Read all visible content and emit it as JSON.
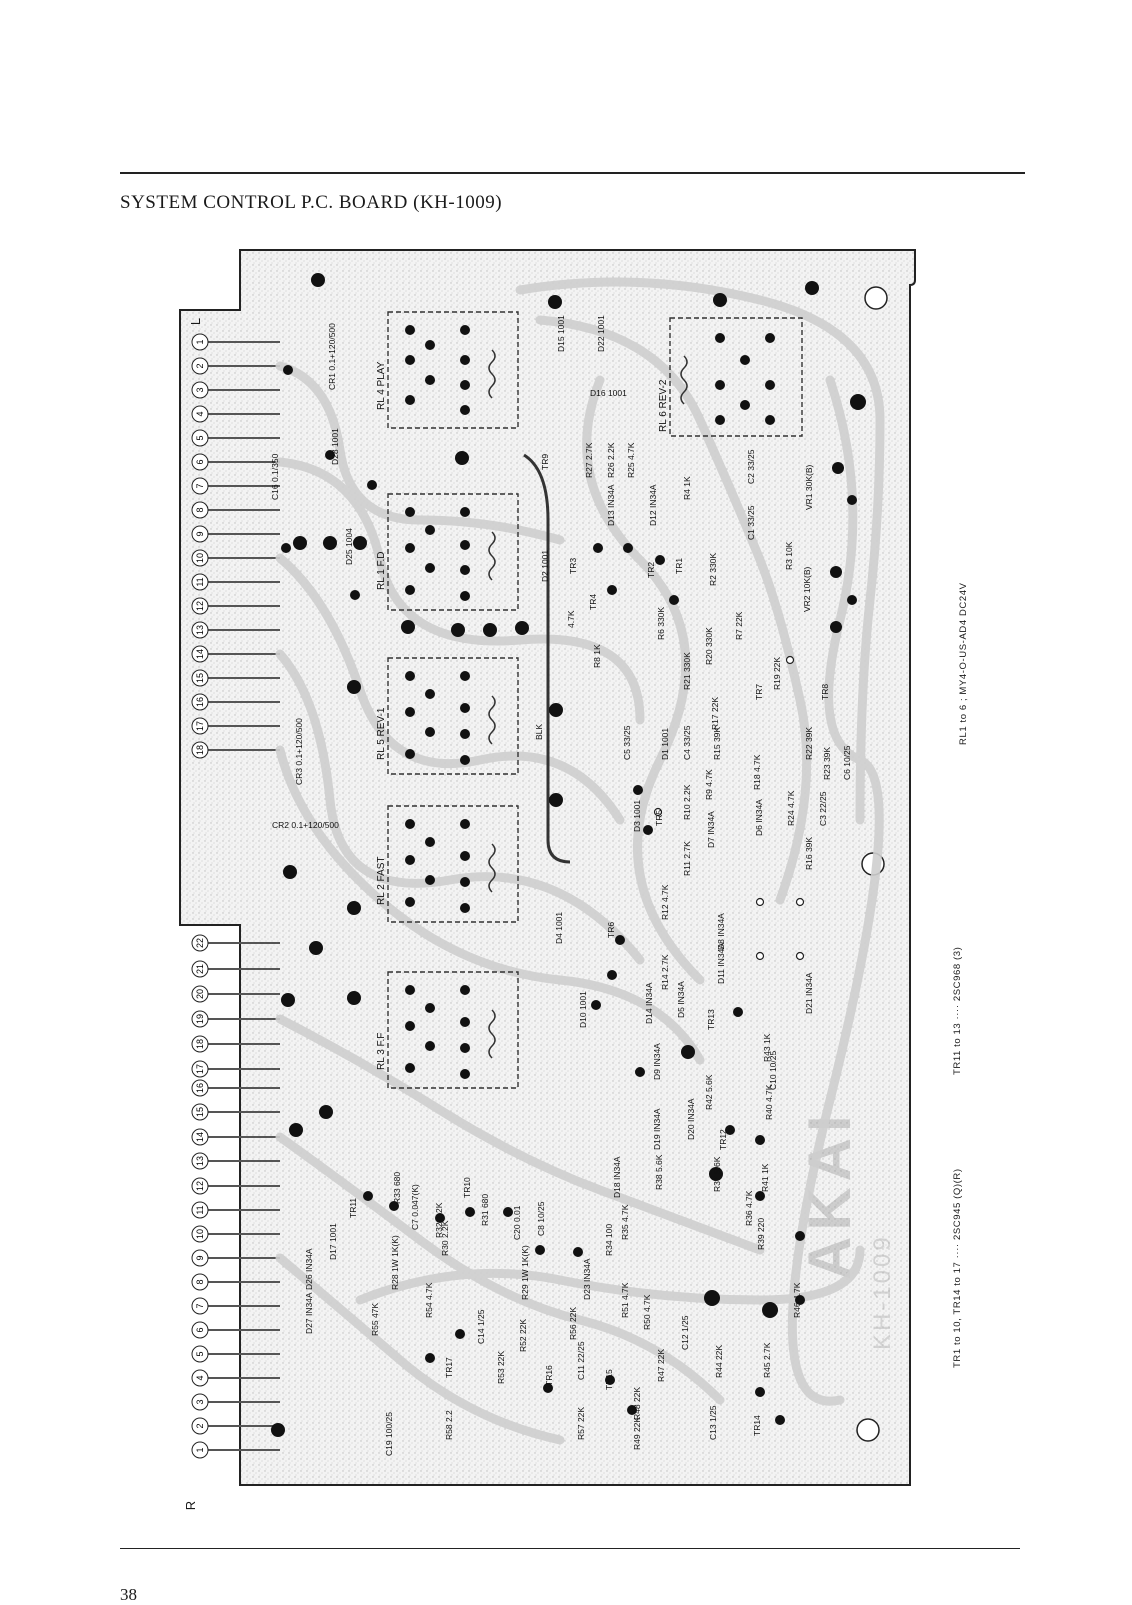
{
  "page": {
    "title": "SYSTEM CONTROL P.C. BOARD (KH-1009)",
    "page_number": "38"
  },
  "board": {
    "edge_left_letter": "L",
    "edge_right_letter": "R",
    "connector_top_pins": [
      "1",
      "2",
      "3",
      "4",
      "5",
      "6",
      "7",
      "8",
      "9",
      "10",
      "11",
      "12",
      "13",
      "14",
      "15",
      "16",
      "17",
      "18"
    ],
    "connector_bottom_pins": [
      "22",
      "21",
      "20",
      "19",
      "18",
      "17",
      "16",
      "15",
      "14",
      "13",
      "12",
      "11",
      "10",
      "9",
      "8",
      "7",
      "6",
      "5",
      "4",
      "3",
      "2",
      "1"
    ],
    "relays": [
      {
        "id": "RL4",
        "label": "RL 4 PLAY"
      },
      {
        "id": "RL1",
        "label": "RL 1 F.D"
      },
      {
        "id": "RL5",
        "label": "RL 5 REV-1"
      },
      {
        "id": "RL2",
        "label": "RL 2 FAST"
      },
      {
        "id": "RL3",
        "label": "RL 3 F.F"
      },
      {
        "id": "RL6",
        "label": "RL 6 REV-2"
      }
    ],
    "labels": [
      "CR1 0.1+120/500",
      "C16 0.1/350",
      "D28 1001",
      "D25 1004",
      "CR3 0.1+120/500",
      "CR2 0.1+120/500",
      "BLK",
      "D15 1001",
      "D22 1001",
      "D16 1001",
      "TR9",
      "R27 2.7K",
      "R26 2.2K",
      "R25 4.7K",
      "D13 IN34A",
      "D12 IN34A",
      "R4 1K",
      "C2 33/25",
      "C1 33/25",
      "VR1 30K(B)",
      "R3 10K",
      "R2 330K",
      "TR1",
      "TR2",
      "TR3",
      "D2 1001",
      "TR4",
      "4.7K",
      "R8 1K",
      "R6 330K",
      "R7 22K",
      "VR2 10K(B)",
      "R20 330K",
      "R21 330K",
      "R17 22K",
      "TR7",
      "R19 22K",
      "TR8",
      "D1 1001",
      "C5 33/25",
      "C4 33/25",
      "R15 39K",
      "R22 39K",
      "R23 39K",
      "C6 10/25",
      "R18 4.7K",
      "D6 IN34A",
      "R24 4.7K",
      "C3 22/25",
      "R16 39K",
      "TR5",
      "D3 1001",
      "R10 2.2K",
      "R9 4.7K",
      "R11 2.7K",
      "D7 IN34A",
      "R12 4.7K",
      "TR6",
      "D4 1001",
      "D8 IN34A",
      "D11 IN34A",
      "D21 IN34A",
      "R14 2.7K",
      "D5 IN34A",
      "D14 IN34A",
      "D10 1001",
      "TR13",
      "R43 1K",
      "C10 10/25",
      "D9 IN34A",
      "R42 5.6K",
      "R40 4.7K",
      "D19 IN34A",
      "D20 IN34A",
      "TR12",
      "R38 5.6K",
      "R37 5.6K",
      "R41 1K",
      "D18 IN34A",
      "R36 4.7K",
      "R39 220",
      "TR11",
      "R33 680",
      "C7 0.047(K)",
      "TR10",
      "R32 1.2K",
      "R31 680",
      "C20 0.01",
      "C8 10/25",
      "R35 4.7K",
      "R34 100",
      "D17 1001",
      "R28 1W 1K(K)",
      "R30 2.2K",
      "R29 1W 1K(K)",
      "D26 IN34A",
      "D27 IN34A",
      "R54 4.7K",
      "D23 IN34A",
      "R51 4.7K",
      "R50 4.7K",
      "R46 4.7K",
      "R55 47K",
      "TR17",
      "C14 1/25",
      "R52 22K",
      "R56 22K",
      "C12 1/25",
      "R47 22K",
      "R44 22K",
      "R45 2.7K",
      "R53 22K",
      "TR16",
      "C11 22/25",
      "TR15",
      "R48 22K",
      "R49 22K",
      "C13 1/25",
      "TR14",
      "R57 22K",
      "R58 2.2",
      "C19 100/25"
    ],
    "notes": {
      "relays": "RL1 to 6 ; MY4-O-US-AD4  DC24V",
      "transistors_a": "TR1 to 10,  TR14 to 17 ···· 2SC945 (Q)(R)",
      "transistors_b": "TR11 to 13 ···· 2SC968 (3)"
    },
    "watermark": "AKAI"
  }
}
